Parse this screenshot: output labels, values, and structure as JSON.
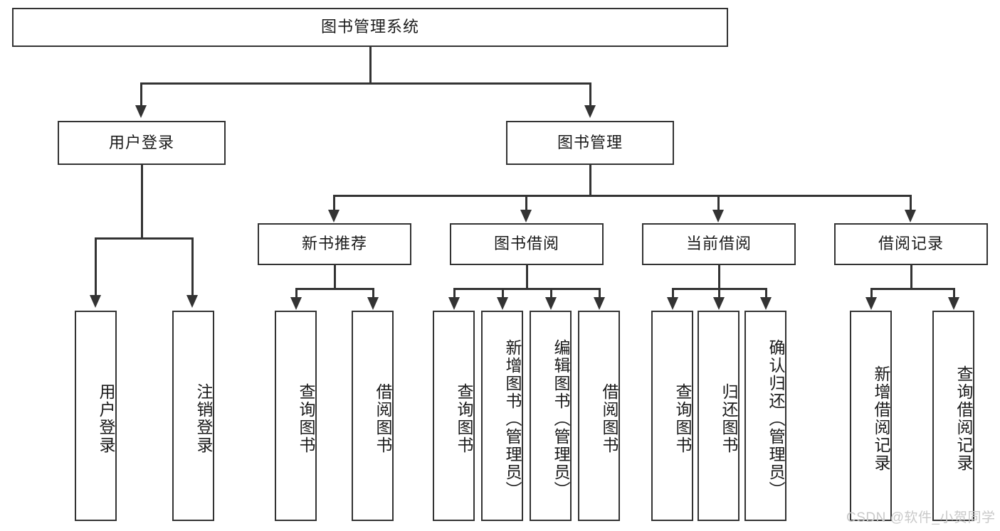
{
  "diagram": {
    "title": "图书管理系统",
    "watermark": "CSDN @软件_小贺同学",
    "colors": {
      "stroke": "#333333",
      "fill": "#ffffff",
      "text": "#1a1a1a",
      "watermark": "#c9c9c9"
    },
    "levels": {
      "root": {
        "label": "图书管理系统"
      },
      "level2": [
        {
          "label": "用户登录"
        },
        {
          "label": "图书管理"
        }
      ],
      "level3": [
        {
          "label": "新书推荐"
        },
        {
          "label": "图书借阅"
        },
        {
          "label": "当前借阅"
        },
        {
          "label": "借阅记录"
        }
      ],
      "leaves": {
        "user_login": [
          {
            "label": "用户登录"
          },
          {
            "label": "注销登录"
          }
        ],
        "new_book_recommend": [
          {
            "label": "查询图书"
          },
          {
            "label": "借阅图书"
          }
        ],
        "book_borrow": [
          {
            "label": "查询图书"
          },
          {
            "label": "新增图书（管理员）"
          },
          {
            "label": "编辑图书（管理员）"
          },
          {
            "label": "借阅图书"
          }
        ],
        "current_borrow": [
          {
            "label": "查询图书"
          },
          {
            "label": "归还图书"
          },
          {
            "label": "确认归还（管理员）"
          }
        ],
        "borrow_record": [
          {
            "label": "新增借阅记录"
          },
          {
            "label": "查询借阅记录"
          }
        ]
      }
    }
  }
}
